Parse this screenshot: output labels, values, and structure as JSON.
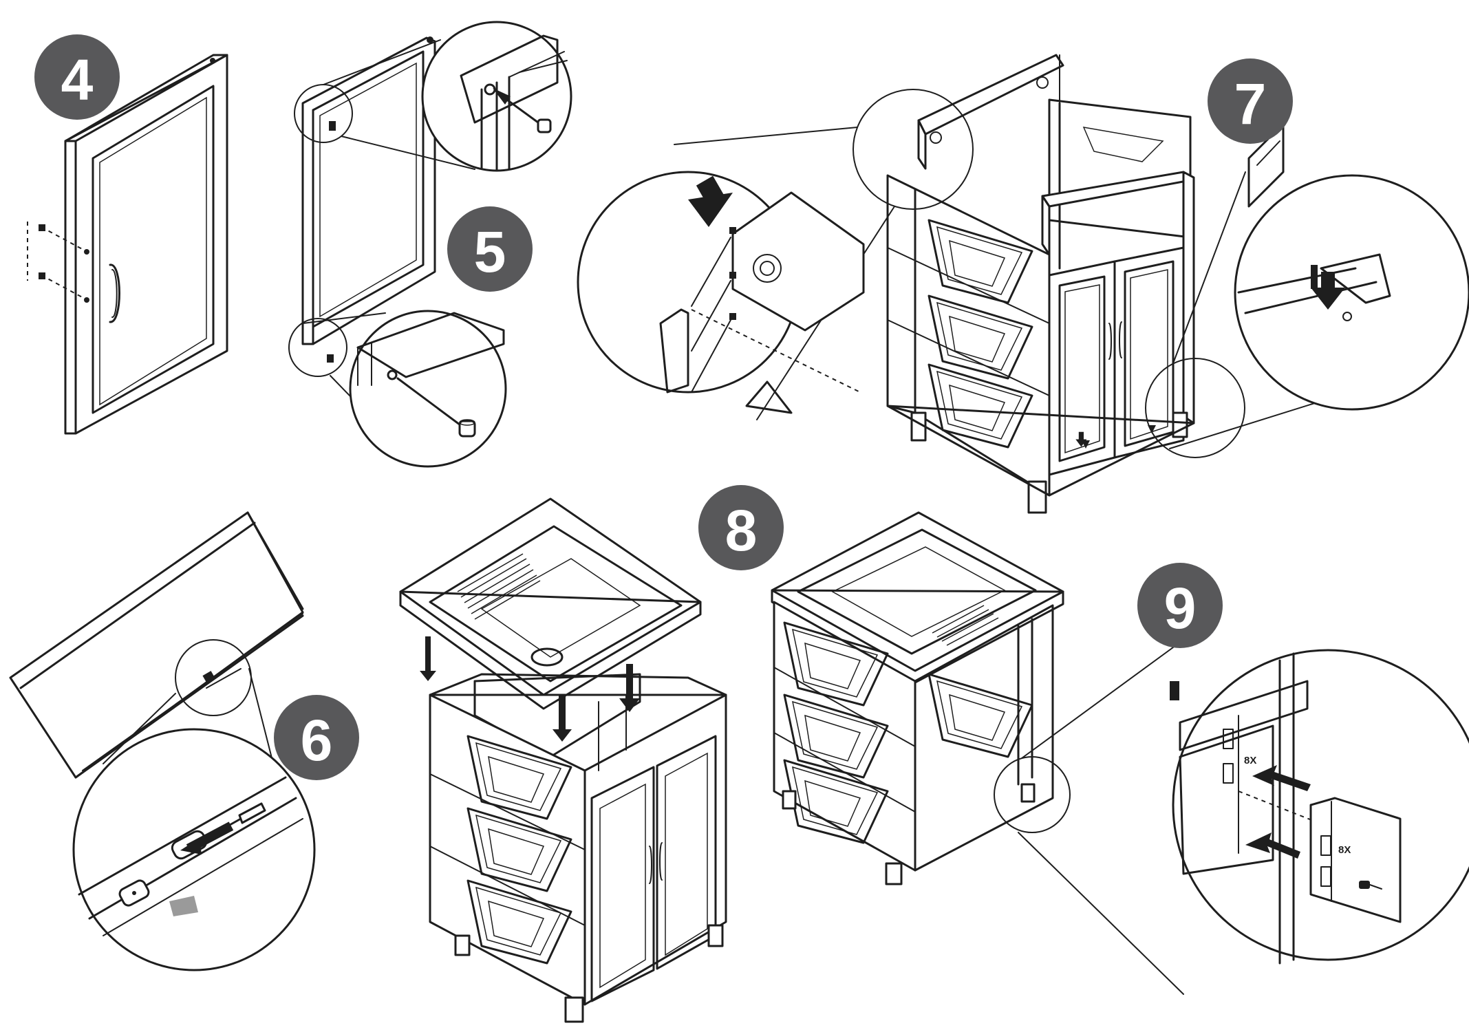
{
  "steps": [
    {
      "number": "4"
    },
    {
      "number": "5"
    },
    {
      "number": "6"
    },
    {
      "number": "7"
    },
    {
      "number": "8"
    },
    {
      "number": "9"
    }
  ],
  "quantity_labels": {
    "upper": "8X",
    "lower": "8X"
  },
  "colors": {
    "badge": "#58585a",
    "line": "#1e1e1e",
    "background": "#ffffff"
  }
}
